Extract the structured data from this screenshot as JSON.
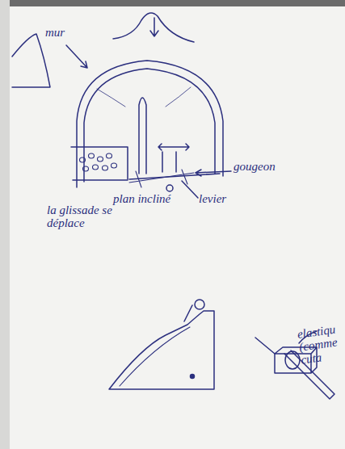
{
  "diagram": {
    "labels": [
      "mur",
      "gougeon",
      "plan incliné",
      "levier",
      "la glissade se déplace",
      "elastiqu (comme cuta"
    ]
  }
}
